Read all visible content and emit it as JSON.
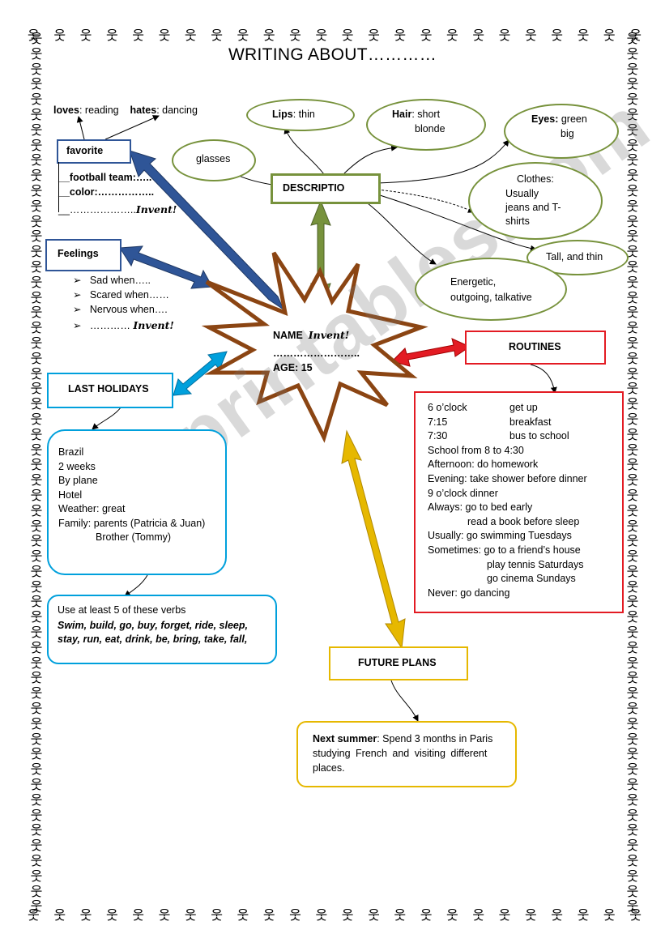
{
  "title": "WRITING ABOUT…………",
  "border_glyph": "웃",
  "watermark": "ESLprintables.com",
  "favorite": {
    "label": "favorite",
    "loves_label": "loves",
    "loves_value": ": reading",
    "hates_label": "hates",
    "hates_value": ": dancing",
    "football": "football team:…..",
    "color": "color:……………..",
    "invent_line": "………………..",
    "invent": "Invent!"
  },
  "feelings": {
    "label": "Feelings",
    "items": [
      "Sad when…..",
      "Scared when……",
      "Nervous when….",
      "…………"
    ],
    "invent": "Invent!"
  },
  "center": {
    "name_label": "NAME",
    "name_value": "Invent!",
    "dots": "……………………..",
    "age": "AGE: 15"
  },
  "description": {
    "label": "DESCRIPTIO",
    "glasses": "glasses",
    "lips_label": "Lips",
    "lips_value": ": thin",
    "hair_label": "Hair",
    "hair_value1": ": short",
    "hair_value2": "blonde",
    "eyes_label": "Eyes:",
    "eyes_value1": "green",
    "eyes_value2": "big",
    "clothes": [
      "Clothes:",
      "Usually",
      "jeans and T-",
      "shirts"
    ],
    "tall": "Tall, and thin",
    "energetic": [
      "Energetic,",
      "outgoing, talkative"
    ]
  },
  "routines": {
    "label": "ROUTINES",
    "lines": [
      [
        "6 o’clock",
        "get up"
      ],
      [
        "7:15",
        "breakfast"
      ],
      [
        "7:30",
        "bus to school"
      ],
      [
        "School from 8 to 4:30",
        ""
      ],
      [
        "Afternoon: do homework",
        ""
      ],
      [
        "Evening: take shower before dinner",
        ""
      ],
      [
        "9 o’clock dinner",
        ""
      ],
      [
        "Always:  go to bed early",
        ""
      ],
      [
        "",
        "read a book before sleep"
      ],
      [
        "Usually:  go swimming Tuesdays",
        ""
      ],
      [
        "Sometimes: go to a friend’s house",
        ""
      ],
      [
        "",
        "play tennis Saturdays"
      ],
      [
        "",
        "go cinema Sundays"
      ],
      [
        "Never:  go dancing",
        ""
      ]
    ]
  },
  "holidays": {
    "label": "LAST HOLIDAYS",
    "lines": [
      "Brazil",
      "2 weeks",
      "By plane",
      "Hotel",
      "Weather: great",
      "Family: parents (Patricia & Juan)",
      "Brother (Tommy)"
    ]
  },
  "verbs": {
    "intro": "Use at least 5 of these verbs",
    "line1": "Swim, build, go, buy, forget, ride, sleep,",
    "line2": "stay, run, eat, drink, be, bring, take, fall,"
  },
  "future": {
    "label": "FUTURE PLANS",
    "next_label": "Next summer",
    "line1": ":  Spend 3 months in Paris",
    "line2": "studying   French   and   visiting   different",
    "line3": "places."
  },
  "colors": {
    "olive": "#77923c",
    "blue_dark": "#2f5597",
    "sky": "#00a0dc",
    "red": "#e31b23",
    "gold": "#e6b800",
    "brown": "#8b4513"
  }
}
